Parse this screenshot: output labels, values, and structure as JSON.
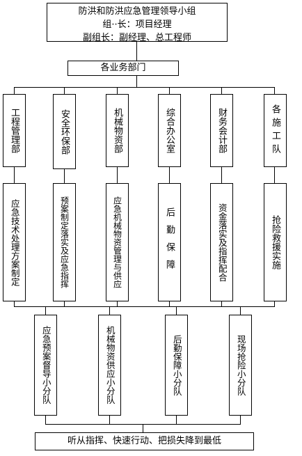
{
  "header": {
    "title": "防洪和防洪应急管理领导小组",
    "leader": "组··长：项目经理",
    "deputy": "副组长：副经理、总工程师"
  },
  "departments_title": "各业务部门",
  "departments": [
    {
      "label": "工程管理部"
    },
    {
      "label": "安全环保部"
    },
    {
      "label": "机械物资部"
    },
    {
      "label": "综合办公室"
    },
    {
      "label": "财务会计部"
    },
    {
      "label": "各施工队"
    }
  ],
  "duties": [
    {
      "label": "应急技术处理方案制定"
    },
    {
      "label": "预案制定落实及应急指挥"
    },
    {
      "label": "应急机械物资管理与供应"
    },
    {
      "label": "后勤保障"
    },
    {
      "label": "资金落实及指挥配合"
    },
    {
      "label": "抢险救援实施"
    }
  ],
  "teams": [
    {
      "label": "应急预案督导小分队"
    },
    {
      "label": "机械物资供应小分队"
    },
    {
      "label": "后勤保障小分队"
    },
    {
      "label": "现场抢险小分队"
    }
  ],
  "footer": "听从指挥、快速行动、把损失降到最低"
}
